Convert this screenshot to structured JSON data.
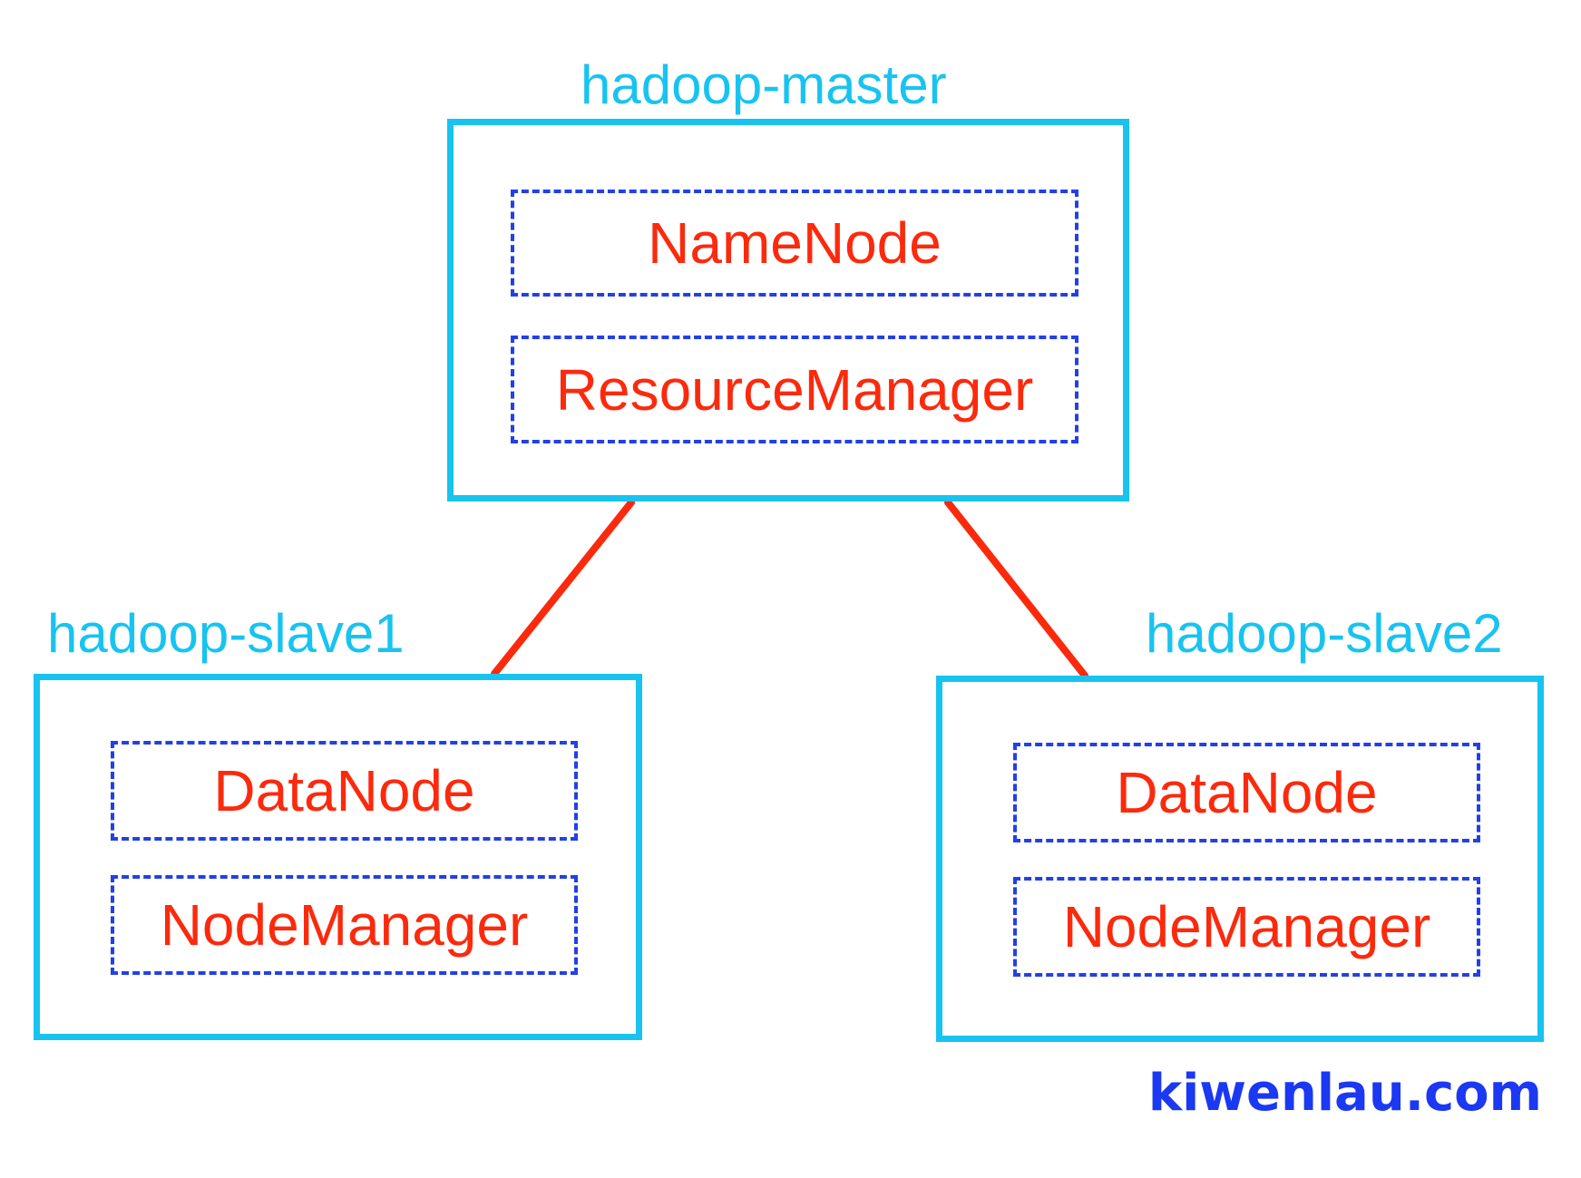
{
  "diagram": {
    "description": "Hadoop cluster topology diagram",
    "colors": {
      "node_border": "#18c3f0",
      "node_title": "#18c3f0",
      "component_border": "#2240e8",
      "component_text": "#fb2a0d",
      "connection_line": "#fb2a0d",
      "watermark_text_color": "#1b38f2",
      "background": "#ffffff"
    },
    "nodes": [
      {
        "id": "master",
        "title": "hadoop-master",
        "components": [
          "NameNode",
          "ResourceManager"
        ]
      },
      {
        "id": "slave1",
        "title": "hadoop-slave1",
        "components": [
          "DataNode",
          "NodeManager"
        ]
      },
      {
        "id": "slave2",
        "title": "hadoop-slave2",
        "components": [
          "DataNode",
          "NodeManager"
        ]
      }
    ],
    "connections": [
      {
        "from": "hadoop-master",
        "to": "hadoop-slave1"
      },
      {
        "from": "hadoop-master",
        "to": "hadoop-slave2"
      }
    ],
    "watermark": "kiwenlau.com"
  }
}
